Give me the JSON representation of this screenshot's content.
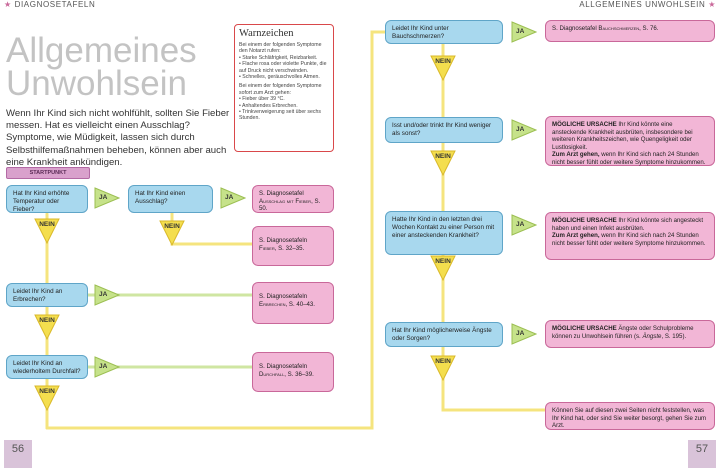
{
  "header": {
    "left": "DIAGNOSETAFELN",
    "right": "ALLGEMEINES UNWOHLSEIN"
  },
  "title": {
    "line1": "Allgemeines",
    "line2": "Unwohlsein"
  },
  "intro": "Wenn Ihr Kind sich nicht wohlfühlt, sollten Sie Fieber messen. Hat es vielleicht einen Ausschlag? Symptome, wie Müdigkeit, lassen sich durch Selbsthilfemaßnahmen beheben, können aber auch eine Krankheit ankündigen.",
  "warning": {
    "title": "Warnzeichen",
    "intro1": "Bei einem der folgenden Symptome den Notarzt rufen:",
    "items1": [
      "Starke Schläfrigkeit, Reizbarkeit.",
      "Flache rosa oder violette Punkte, die auf Druck nicht verschwinden.",
      "Schnelles, geräuschvolles Atmen."
    ],
    "intro2": "Bei einem der folgenden Symptome sofort zum Arzt gehen:",
    "items2": [
      "Fieber über 39 °C.",
      "Anhaltendes Erbrechen.",
      "Trinkverweigerung seit über sechs Stunden."
    ]
  },
  "start_label": "STARTPUNKT",
  "yes": "JA",
  "no": "NEIN",
  "left_flow": {
    "q1": "Hat Ihr Kind erhöhte Temperatur oder Fieber?",
    "q1b": "Hat Ihr Kind einen Ausschlag?",
    "r_rash_pre": "S. Diagnosetafel ",
    "r_rash_sc": "Ausschlag mit Fieber",
    "r_rash_post": ", S. 50.",
    "r_fever_pre": "S. Diagnosetafeln ",
    "r_fever_sc": "Fieber",
    "r_fever_post": ", S. 32–35.",
    "q2": "Leidet Ihr Kind an Erbrechen?",
    "r_vomit_pre": "S. Diagnosetafeln ",
    "r_vomit_sc": "Erbrechen",
    "r_vomit_post": ", S. 40–43.",
    "q3": "Leidet Ihr Kind an wiederholtem Durchfall?",
    "r_diarr_pre": "S. Diagnosetafeln ",
    "r_diarr_sc": "Durchfall",
    "r_diarr_post": ", S. 36–39."
  },
  "right_flow": {
    "q4": "Leidet Ihr Kind unter Bauchschmerzen?",
    "r4_pre": "S. Diagnosetafel ",
    "r4_sc": "Bauchschmerzen",
    "r4_post": ", S. 76.",
    "q5": "Isst und/oder trinkt Ihr Kind weniger als sonst?",
    "r5_head": "MÖGLICHE URSACHE",
    "r5_text": " Ihr Kind könnte eine ansteckende Krankheit ausbrüten, insbesondere bei weiteren Krankheitszeichen, wie Quengeligkeit oder Lustlosigkeit.",
    "r5_doc": "Zum Arzt gehen,",
    "r5_doc_text": " wenn Ihr Kind sich nach 24 Stunden nicht besser fühlt oder weitere Symptome hinzukommen.",
    "q6": "Hatte Ihr Kind in den letzten drei Wochen Kontakt zu einer Person mit einer ansteckenden Krankheit?",
    "r6_head": "MÖGLICHE URSACHE",
    "r6_text": " Ihr Kind könnte sich angesteckt haben und einen Infekt ausbrüten.",
    "r6_doc": "Zum Arzt gehen,",
    "r6_doc_text": " wenn Ihr Kind sich nach 24 Stunden nicht besser fühlt oder weitere Symptome hinzukommen.",
    "q7": "Hat Ihr Kind möglicherweise Ängste oder Sorgen?",
    "r7_head": "MÖGLICHE URSACHE",
    "r7_text": " Ängste oder Schulprobleme können zu Unwohlsein führen (s. ",
    "r7_em": "Ängste",
    "r7_post": ", S. 195).",
    "final": "Können Sie auf diesen zwei Seiten nicht feststellen, was Ihr Kind hat, oder sind Sie weiter besorgt, gehen Sie zum Arzt."
  },
  "page_left": "56",
  "page_right": "57",
  "colors": {
    "question_fill": "#a8d8ee",
    "result_fill": "#f2b6d6",
    "yes_arrow": "#c6e28a",
    "no_funnel": "#f4de4e",
    "connector": "#f4e58a",
    "warning_border": "#d9484a"
  }
}
